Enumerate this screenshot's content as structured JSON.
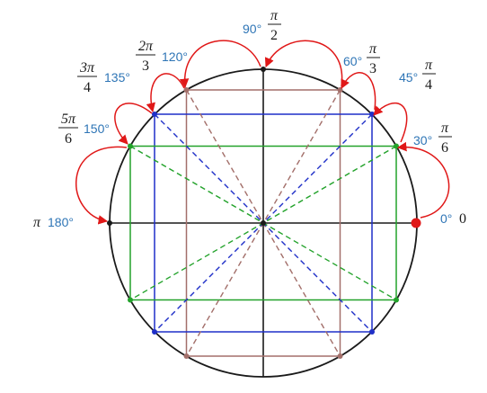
{
  "colors": {
    "circle": "#1a1a1a",
    "axes": "#1a1a1a",
    "rect_30_150": "#22a22a",
    "rect_45_135": "#1f2fc8",
    "rect_60_120": "#a36f6a",
    "arrows": "#e01818",
    "degree_text": "#2e75b6",
    "radian_text": "#1a1a1a",
    "start_point": "#e01818"
  },
  "labels": {
    "a0": {
      "deg": "0°",
      "rad": "0"
    },
    "a30": {
      "deg": "30°",
      "num": "π",
      "den": "6"
    },
    "a45": {
      "deg": "45°",
      "num": "π",
      "den": "4"
    },
    "a60": {
      "deg": "60°",
      "num": "π",
      "den": "3"
    },
    "a90": {
      "deg": "90°",
      "num": "π",
      "den": "2"
    },
    "a120": {
      "deg": "120°",
      "num": "2π",
      "den": "3"
    },
    "a135": {
      "deg": "135°",
      "num": "3π",
      "den": "4"
    },
    "a150": {
      "deg": "150°",
      "num": "5π",
      "den": "6"
    },
    "a180": {
      "deg": "180°",
      "rad": "π"
    }
  }
}
